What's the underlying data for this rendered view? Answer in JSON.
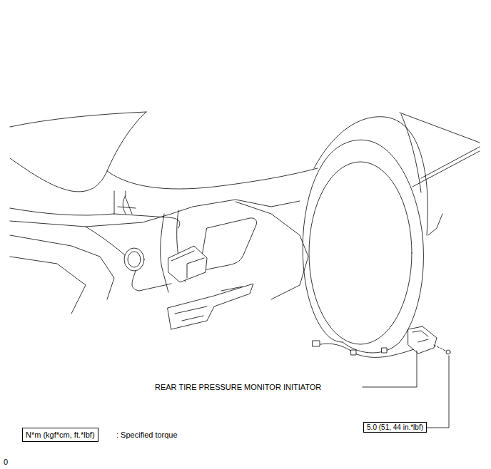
{
  "diagram": {
    "nodes": [
      {
        "text": [
          "5.0 (51, 44 in.*lbf)"
        ]
      },
      {
        "text": [
          "N*m (kgf*cm, ft.*lbf)"
        ]
      }
    ],
    "labels": [
      "REAR TIRE PRESSURE MONITOR INITIATOR",
      ": Specified torque",
      "0"
    ]
  }
}
